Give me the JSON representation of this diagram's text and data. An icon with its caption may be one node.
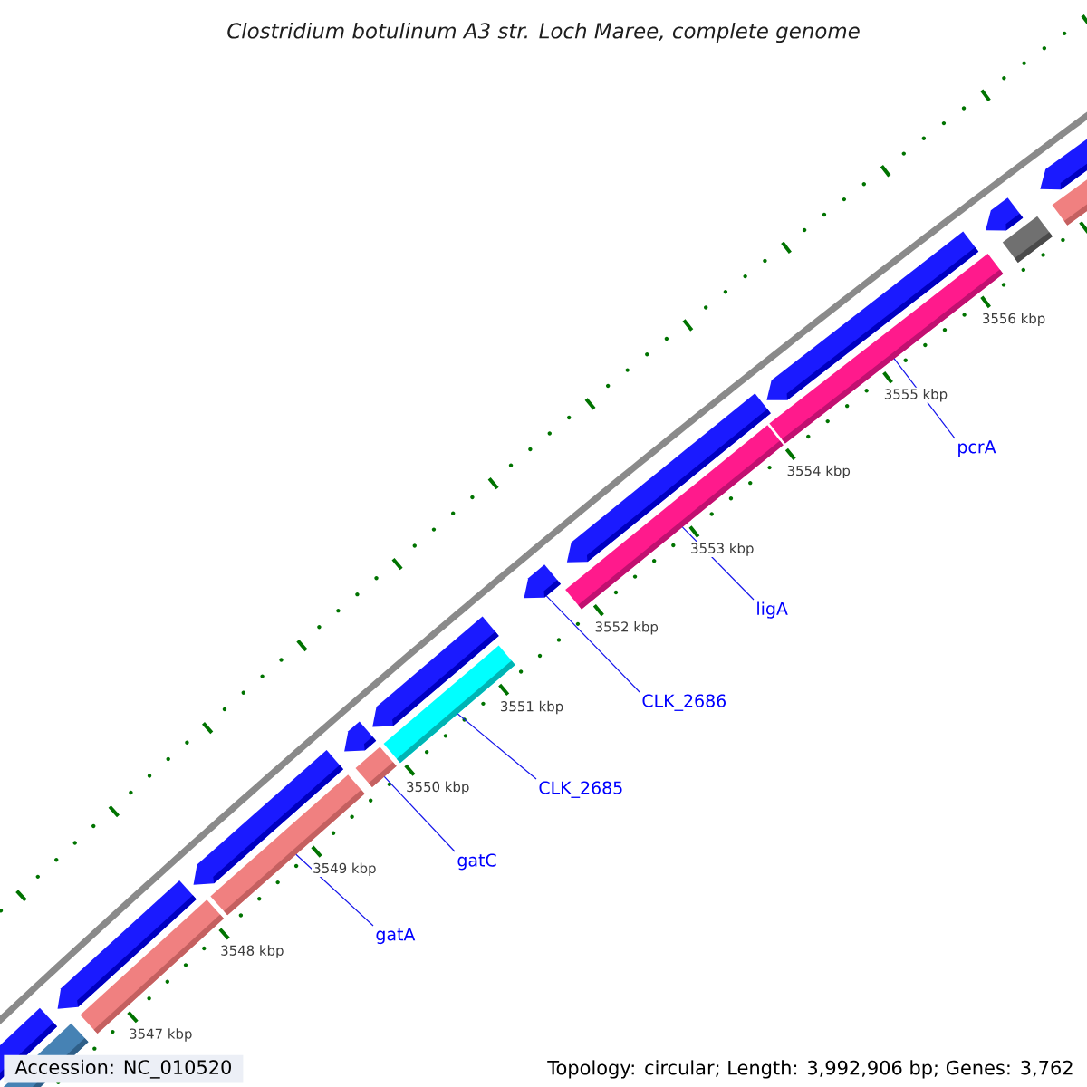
{
  "diagram": {
    "title": "Clostridium botulinum A3 str. Loch Maree, complete genome",
    "nodes": [
      {
        "text": [
          "gatA"
        ]
      },
      {
        "text": [
          "gatC"
        ]
      },
      {
        "text": [
          "CLK_2685"
        ]
      },
      {
        "text": [
          "CLK_2686"
        ]
      },
      {
        "text": [
          "ligA"
        ]
      },
      {
        "text": [
          "pcrA"
        ]
      },
      {
        "text": [],
        "shape": "arrow"
      },
      {
        "text": [],
        "shape": "bar"
      },
      {
        "text": [],
        "shape": "arrow"
      },
      {
        "text": [],
        "shape": "bar"
      },
      {
        "text": [],
        "shape": "arrow"
      },
      {
        "text": [],
        "shape": "bar"
      },
      {
        "text": [],
        "shape": "bar"
      },
      {
        "text": [],
        "shape": "arrow"
      },
      {
        "text": [],
        "shape": "bar"
      },
      {
        "text": [],
        "shape": "arrow"
      },
      {
        "text": [],
        "shape": "arrow"
      },
      {
        "text": [],
        "shape": "bar"
      },
      {
        "text": [],
        "shape": "arrow"
      },
      {
        "text": [],
        "shape": "bar"
      },
      {
        "text": [],
        "shape": "arrow"
      },
      {
        "text": [],
        "shape": "arrow"
      },
      {
        "text": [],
        "shape": "bar"
      },
      {
        "text": [],
        "shape": "arrow"
      },
      {
        "text": [],
        "shape": "bar"
      }
    ],
    "edges": [
      {
        "from": 0,
        "to": 11,
        "arrow": "none"
      },
      {
        "from": 1,
        "to": 12,
        "arrow": "none"
      },
      {
        "from": 2,
        "to": 14,
        "arrow": "none"
      },
      {
        "from": 3,
        "to": 16,
        "arrow": "none"
      },
      {
        "from": 4,
        "to": 17,
        "arrow": "none"
      },
      {
        "from": 5,
        "to": 19,
        "arrow": "none"
      }
    ],
    "labels": [
      "3556 kbp",
      "3555 kbp",
      "3554 kbp",
      "3553 kbp",
      "3552 kbp",
      "3551 kbp",
      "3550 kbp",
      "3549 kbp",
      "3548 kbp",
      "3547 kbp",
      "Accession: NC_010520",
      "Topology: circular; Length: 3,992,906 bp; Genes: 3,762"
    ]
  }
}
